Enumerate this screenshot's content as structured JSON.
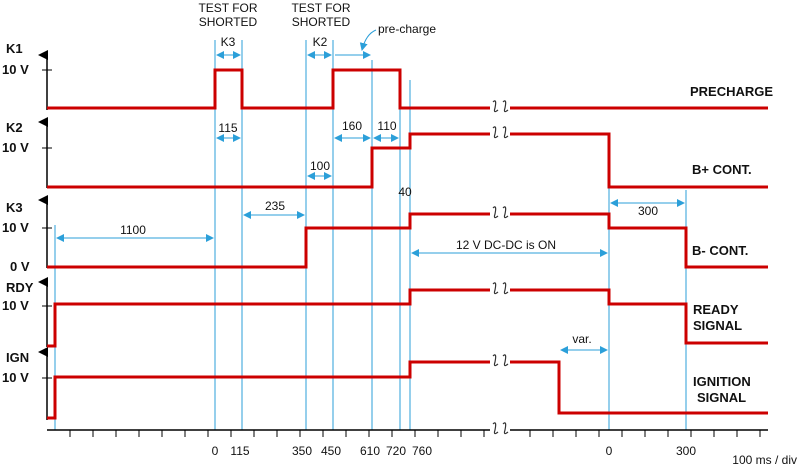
{
  "channels": [
    {
      "name": "K1",
      "level": "10 V",
      "signal": "PRECHARGE"
    },
    {
      "name": "K2",
      "level": "10 V",
      "signal": "B+ CONT."
    },
    {
      "name": "K3",
      "level": "10 V",
      "level_low": "0 V",
      "signal": "B- CONT."
    },
    {
      "name": "RDY",
      "level": "10 V",
      "signal_line1": "READY",
      "signal_line2": "SIGNAL"
    },
    {
      "name": "IGN",
      "level": "10 V",
      "signal_line1": "IGNITION",
      "signal_line2": "SIGNAL"
    }
  ],
  "headers": {
    "test1_line1": "TEST FOR",
    "test1_line2": "SHORTED",
    "test2_line1": "TEST FOR",
    "test2_line2": "SHORTED",
    "k3": "K3",
    "k2": "K2",
    "precharge": "pre-charge"
  },
  "durations": {
    "d115": "115",
    "d160": "160",
    "d110": "110",
    "d100": "100",
    "d40": "40",
    "d235": "235",
    "d1100": "1100",
    "d300": "300",
    "dcdc": "12 V DC-DC is ON",
    "var": "var."
  },
  "time_ticks": [
    "0",
    "115",
    "350",
    "450",
    "610",
    "720",
    "760",
    "0",
    "300"
  ],
  "time_unit": "100 ms / div",
  "colors": {
    "trace": "#cc0000",
    "marker": "#2b9fd9",
    "axis": "#000000"
  }
}
